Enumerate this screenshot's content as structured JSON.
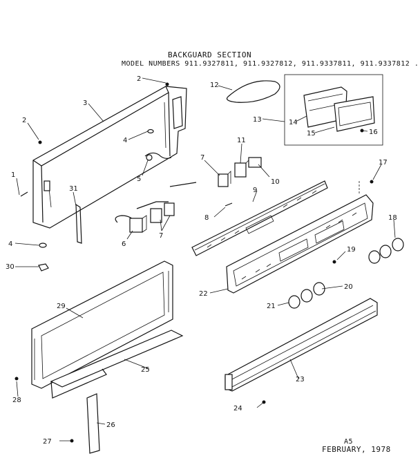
{
  "header": {
    "title": "BACKGUARD SECTION",
    "models": "MODEL NUMBERS 911.9327811, 911.9327812, 911.9337811, 911.9337812 ."
  },
  "footer": {
    "page": "A5",
    "date": "FEBRUARY, 1978"
  },
  "callouts": {
    "c1": "1",
    "c2a": "2",
    "c2b": "2",
    "c3": "3",
    "c4a": "4",
    "c4b": "4",
    "c5": "5",
    "c6": "6",
    "c7a": "7",
    "c7b": "7",
    "c8": "8",
    "c9": "9",
    "c10": "10",
    "c11": "11",
    "c12": "12",
    "c13": "13",
    "c14": "14",
    "c15": "15",
    "c16": "16",
    "c17": "17",
    "c18": "18",
    "c19": "19",
    "c20": "20",
    "c21": "21",
    "c22": "22",
    "c23": "23",
    "c24": "24",
    "c25": "25",
    "c26": "26",
    "c27": "27",
    "c28": "28",
    "c29": "29",
    "c30": "30",
    "c31": "31"
  }
}
